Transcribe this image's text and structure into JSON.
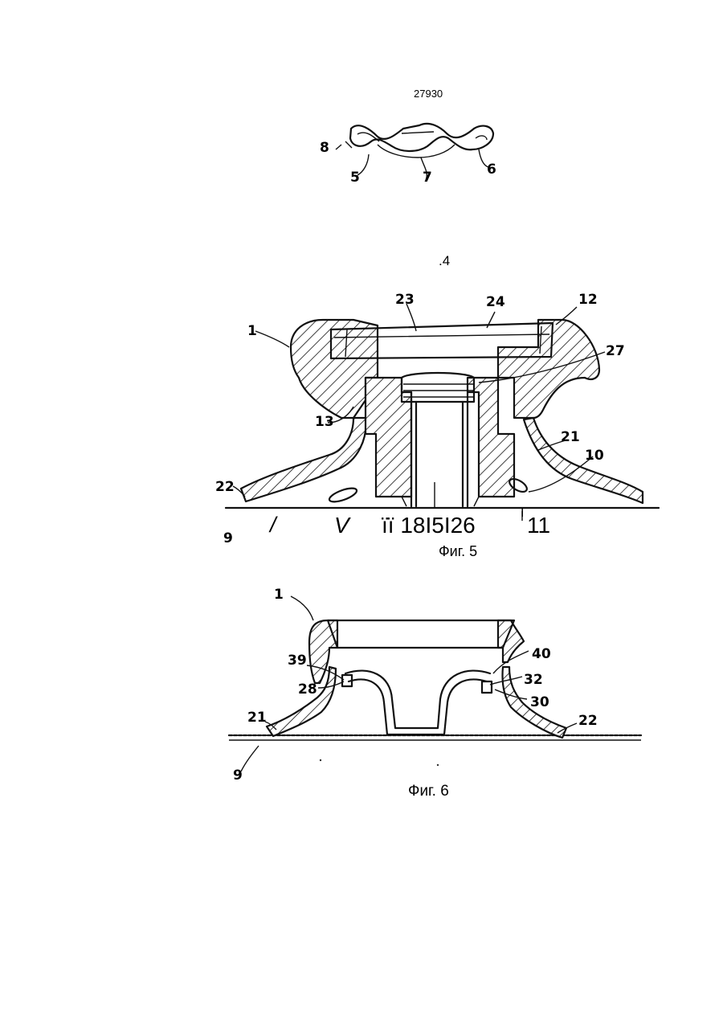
{
  "page": {
    "doc_number": "27930",
    "fig4_label": ".4",
    "fig5_caption": "Фиг. 5",
    "fig6_caption": "Фиг. 6"
  },
  "fig4": {
    "refs": {
      "r8": "8",
      "r5": "5",
      "r7": "7",
      "r6": "6"
    }
  },
  "fig5": {
    "refs": {
      "r1": "1",
      "r23": "23",
      "r24": "24",
      "r12": "12",
      "r27": "27",
      "r13": "13",
      "r21": "21",
      "r10": "10",
      "r22": "22",
      "r9": "9"
    },
    "bottom_ocr_line": {
      "slash": "/",
      "v": "V",
      "rest": "ïї 18I5I26",
      "tick": "I",
      "eleven": "11"
    }
  },
  "fig6": {
    "refs": {
      "r1": "1",
      "r39": "39",
      "r40": "40",
      "r28": "28",
      "r32": "32",
      "r30": "30",
      "r21": "21",
      "r22": "22",
      "r9": "9"
    }
  }
}
